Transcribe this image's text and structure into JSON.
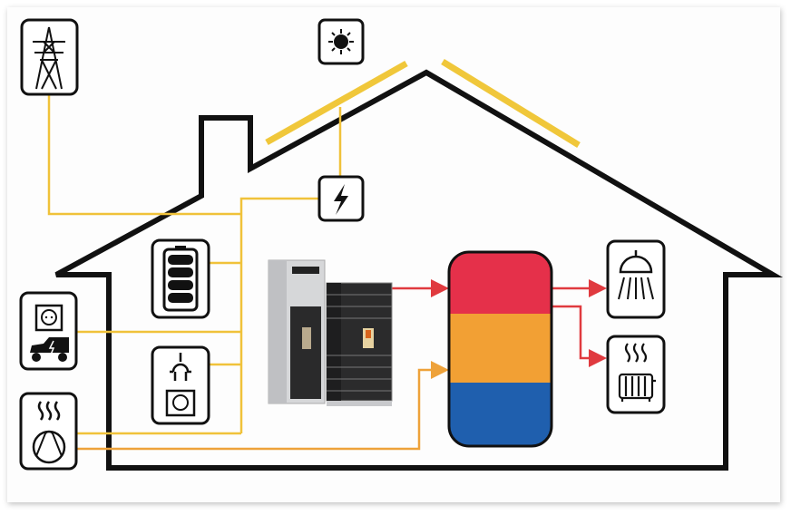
{
  "colors": {
    "outline": "#111111",
    "solar_panel": "#f0c73a",
    "electric_line": "#f0c23a",
    "heat_line": "#eea23a",
    "hot_flow": "#e03a3f",
    "tank_hot": "#e5304a",
    "tank_warm": "#f2a034",
    "tank_cold": "#1f5fae"
  },
  "icons": [
    "power-grid-tower-icon",
    "sun-icon",
    "inverter-lightning-icon",
    "battery-icon",
    "ev-charger-icon",
    "power-plug-socket-icon",
    "heat-pump-icon",
    "shower-icon",
    "radiator-icon"
  ],
  "tank_layers": [
    "hot",
    "warm",
    "cold"
  ]
}
